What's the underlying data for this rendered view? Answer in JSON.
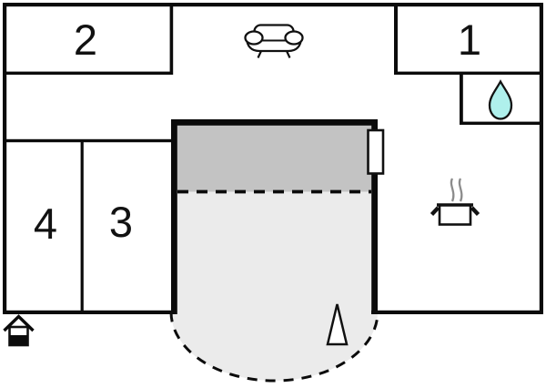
{
  "floorplan": {
    "rooms": {
      "room1": {
        "label": "1"
      },
      "room2": {
        "label": "2"
      },
      "room3": {
        "label": "3"
      },
      "room4": {
        "label": "4"
      }
    },
    "icons": {
      "sofa": "sofa-icon",
      "water_drop": "water-drop-icon",
      "cooking_pot": "cooking-pot-icon",
      "house": "house-entrance-icon",
      "tree": "tree-icon"
    },
    "colors": {
      "wall": "#0b0b0b",
      "zone_dark": "#c3c3c3",
      "zone_light": "#ebebeb",
      "water_drop_fill": "#aff0ec",
      "steam": "#8c8c8c",
      "background": "#ffffff"
    }
  }
}
